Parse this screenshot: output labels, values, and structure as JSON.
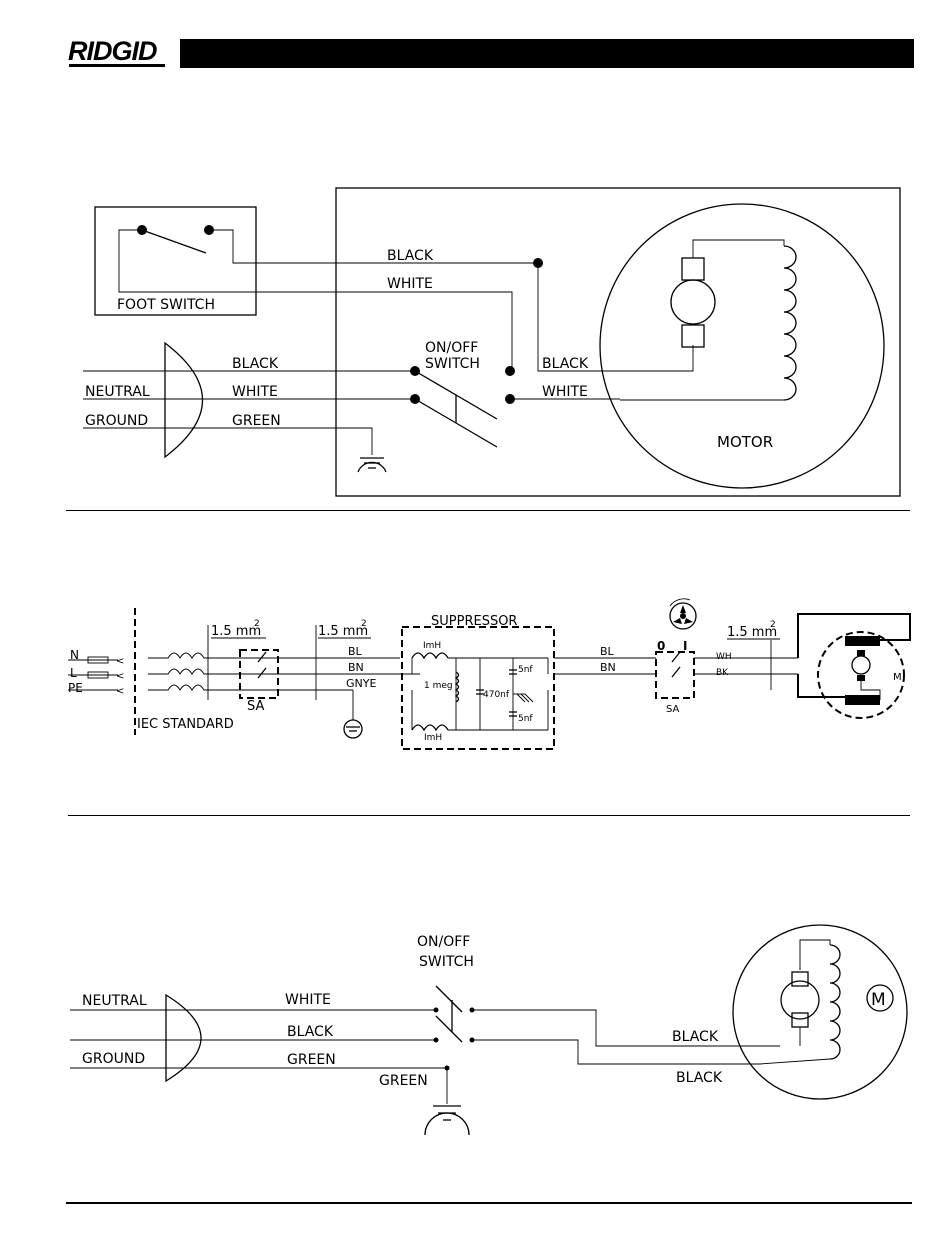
{
  "header": {
    "logo": "RIDGID"
  },
  "d1": {
    "foot_switch": "FOOT SWITCH",
    "top_black": "BLACK",
    "top_white": "WHITE",
    "plug_black": "BLACK",
    "neutral": "NEUTRAL",
    "plug_white": "WHITE",
    "ground": "GROUND",
    "green": "GREEN",
    "switch_line1": "ON/OFF",
    "switch_line2": "SWITCH",
    "motor_black": "BLACK",
    "motor_white": "WHITE",
    "motor": "MOTOR"
  },
  "d2": {
    "n": "N",
    "l": "L",
    "pe": "PE",
    "size1": "1.5 mm",
    "size2": "1.5 mm",
    "size3": "1.5 mm",
    "sup": "2",
    "sa_left": "SA",
    "iec": "IEC STANDARD",
    "bl": "BL",
    "bn": "BN",
    "gnye": "GNYE",
    "suppressor": "SUPPRESSOR",
    "imh_top": "ImH",
    "imh_bottom": "ImH",
    "meg": "1 meg",
    "c470": "470nf",
    "c5a": "5nf",
    "c5b": "5nf",
    "bl2": "BL",
    "bn2": "BN",
    "zero": "0",
    "one": "I",
    "sa_right": "SA",
    "wh": "WH",
    "bk": "BK",
    "m": "M"
  },
  "d3": {
    "switch_line1": "ON/OFF",
    "switch_line2": "SWITCH",
    "neutral": "NEUTRAL",
    "white": "WHITE",
    "black": "BLACK",
    "ground": "GROUND",
    "green": "GREEN",
    "green2": "GREEN",
    "black_right1": "BLACK",
    "black_right2": "BLACK",
    "m": "M"
  }
}
